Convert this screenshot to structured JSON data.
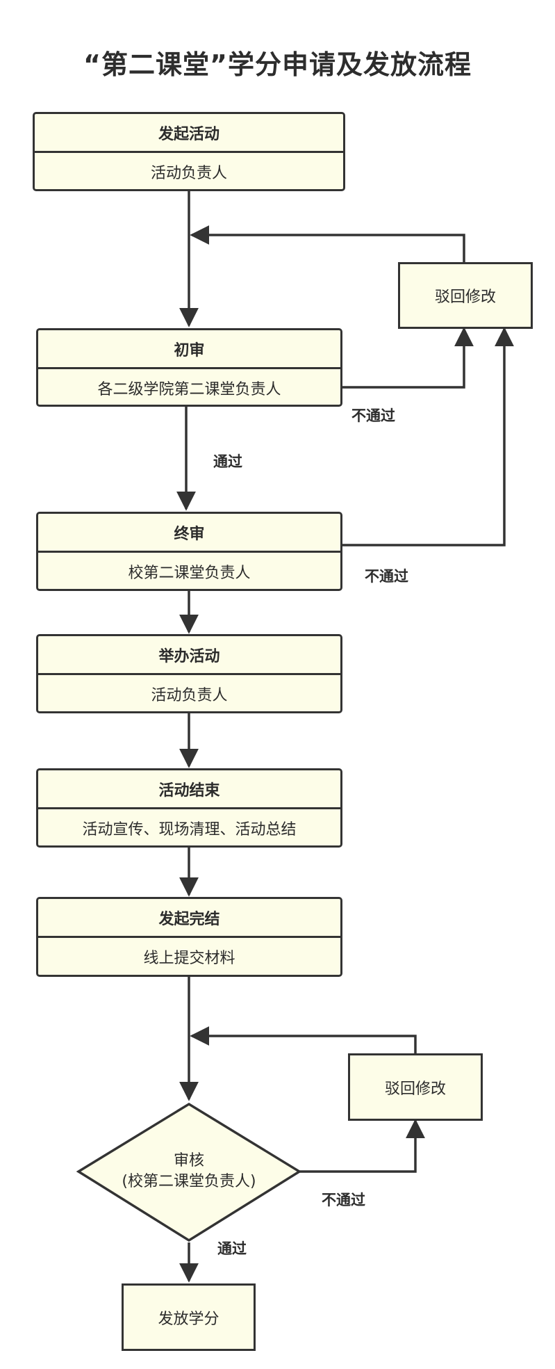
{
  "title": "“第二课堂”学分申请及发放流程",
  "steps": [
    {
      "head": "发起活动",
      "sub": "活动负责人"
    },
    {
      "head": "初审",
      "sub": "各二级学院第二课堂负责人"
    },
    {
      "head": "终审",
      "sub": "校第二课堂负责人"
    },
    {
      "head": "举办活动",
      "sub": "活动负责人"
    },
    {
      "head": "活动结束",
      "sub": "活动宣传、现场清理、活动总结"
    },
    {
      "head": "发起完结",
      "sub": "线上提交材料"
    }
  ],
  "reject_box_1": "驳回修改",
  "reject_box_2": "驳回修改",
  "decision": {
    "line1": "审核",
    "line2": "(校第二课堂负责人)"
  },
  "final": "发放学分",
  "labels": {
    "pass_1": "通过",
    "fail_1": "不通过",
    "fail_2": "不通过",
    "fail_3": "不通过",
    "pass_2": "通过"
  },
  "colors": {
    "box_fill": "#fdfde8",
    "stroke": "#333333"
  }
}
